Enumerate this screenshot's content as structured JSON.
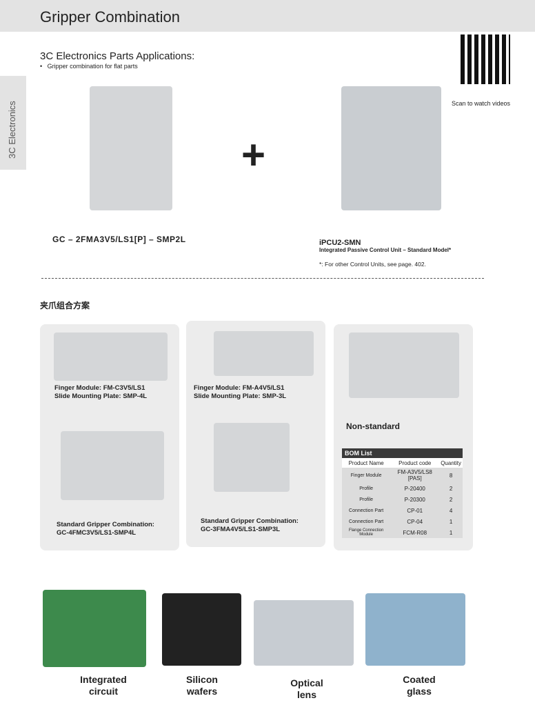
{
  "header": {
    "title": "Gripper Combination"
  },
  "side_tab": "3C Electronics",
  "intro": {
    "heading": "3C Electronics Parts Applications:",
    "bullet": "Gripper combination for flat parts"
  },
  "product": {
    "model": "GC – 2FMA3V5/LS1[P] – SMP2L",
    "plus": "+"
  },
  "control": {
    "model": "iPCU2-SMN",
    "desc": "Integrated Passive Control Unit – Standard Model*",
    "note": "*:  For other Control Units, see page. 402."
  },
  "qr": {
    "caption": "Scan to watch videos"
  },
  "section_title": "夹爪组合方案",
  "cards": [
    {
      "line1": "Finger Module: FM-C3V5/LS1",
      "line2": "Slide Mounting Plate: SMP-4L",
      "combo1": "Standard Gripper Combination:",
      "combo2": "GC-4FMC3V5/LS1-SMP4L"
    },
    {
      "line1": "Finger Module: FM-A4V5/LS1",
      "line2": "Slide Mounting Plate: SMP-3L",
      "combo1": "Standard Gripper Combination:",
      "combo2": "GC-3FMA4V5/LS1-SMP3L"
    },
    {
      "label": "Non-standard"
    }
  ],
  "bom": {
    "title": "BOM List",
    "headers": [
      "Product Name",
      "Product code",
      "Quantity"
    ],
    "rows": [
      [
        "Finger Module",
        "FM-A3V5/LS8 [PAS]",
        "8"
      ],
      [
        "Profile",
        "P-20400",
        "2"
      ],
      [
        "Profile",
        "P-20300",
        "2"
      ],
      [
        "Connection Part",
        "CP-01",
        "4"
      ],
      [
        "Connection Part",
        "CP-04",
        "1"
      ],
      [
        "Flange Connection Module",
        "FCM-R08",
        "1"
      ]
    ]
  },
  "applications": [
    "Integrated circuit",
    "Silicon wafers",
    "Optical lens",
    "Coated glass"
  ]
}
